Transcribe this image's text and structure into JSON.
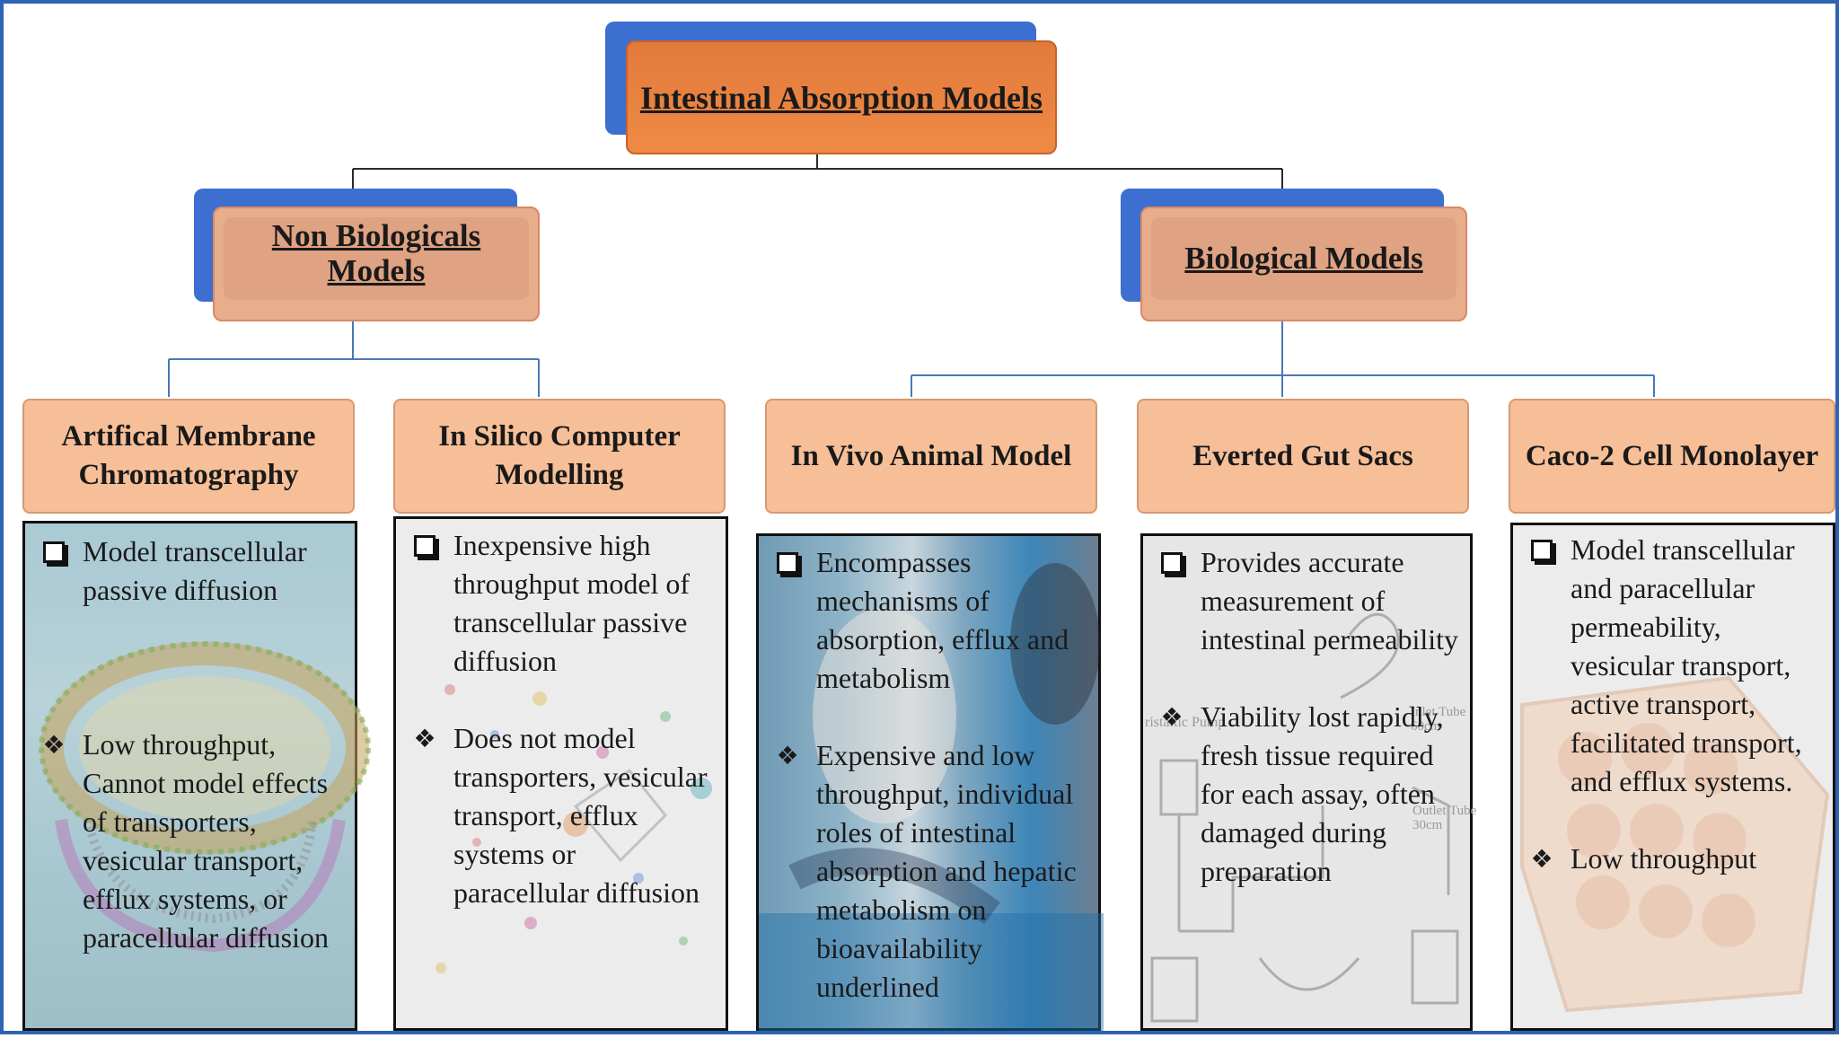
{
  "title": "Intestinal Absorption Models",
  "branches": {
    "non_biological": "Non Biologicals\nModels",
    "biological": "Biological Models"
  },
  "categories": [
    {
      "label": "Artifical Membrane Chromatography",
      "points": [
        {
          "type": "box",
          "text": "Model transcellular passive diffusion"
        },
        {
          "type": "diamond",
          "text": "Low throughput, Cannot model effects of transporters, vesicular transport, efflux systems, or paracellular diffusion"
        }
      ]
    },
    {
      "label": "In Silico Computer Modelling",
      "points": [
        {
          "type": "box",
          "text": "Inexpensive high throughput model of transcellular passive diffusion"
        },
        {
          "type": "diamond",
          "text": "Does not model transporters, vesicular transport, efflux systems or paracellular diffusion"
        }
      ]
    },
    {
      "label": "In Vivo Animal Model",
      "points": [
        {
          "type": "box",
          "text": "Encompasses mechanisms of absorption, efflux and metabolism"
        },
        {
          "type": "diamond",
          "text": "Expensive and low throughput, individual roles of intestinal absorption and hepatic metabolism on bioavailability underlined"
        }
      ]
    },
    {
      "label": "Everted Gut Sacs",
      "points": [
        {
          "type": "box",
          "text": "Provides accurate measurement of intestinal permeability"
        },
        {
          "type": "diamond",
          "text": "Viability lost rapidly, fresh tissue required for each assay, often damaged during preparation"
        }
      ]
    },
    {
      "label": "Caco-2 Cell Monolayer",
      "points": [
        {
          "type": "box",
          "text": "Model transcellular and paracellular permeability, vesicular transport, active transport, facilitated transport, and efflux systems."
        },
        {
          "type": "diamond",
          "text": "Low throughput"
        }
      ]
    }
  ],
  "background_labels": {
    "pump": "ristaltic Pump",
    "inlet": "Inlet Tube\n60cm",
    "outlet": "Outlet Tube\n30cm"
  }
}
